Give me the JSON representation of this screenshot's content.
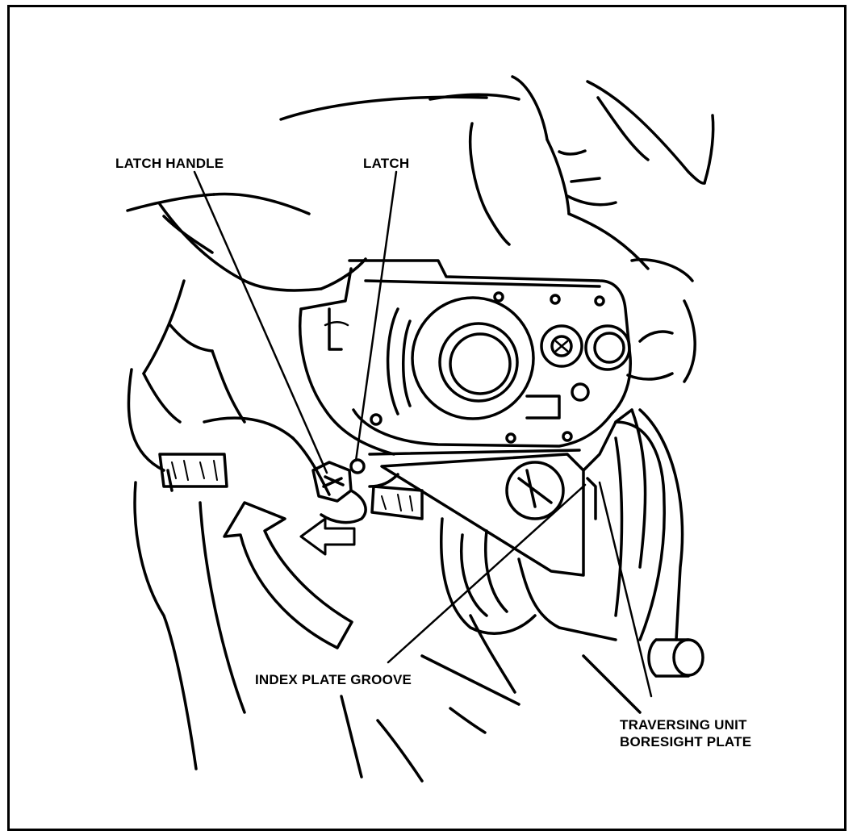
{
  "labels": {
    "latch_handle": "LATCH HANDLE",
    "latch": "LATCH",
    "index_plate_groove": "INDEX PLATE GROOVE",
    "traversing_unit_line1": "TRAVERSING UNIT",
    "traversing_unit_line2": "BORESIGHT PLATE"
  },
  "colors": {
    "ink": "#000000",
    "paper": "#ffffff"
  }
}
